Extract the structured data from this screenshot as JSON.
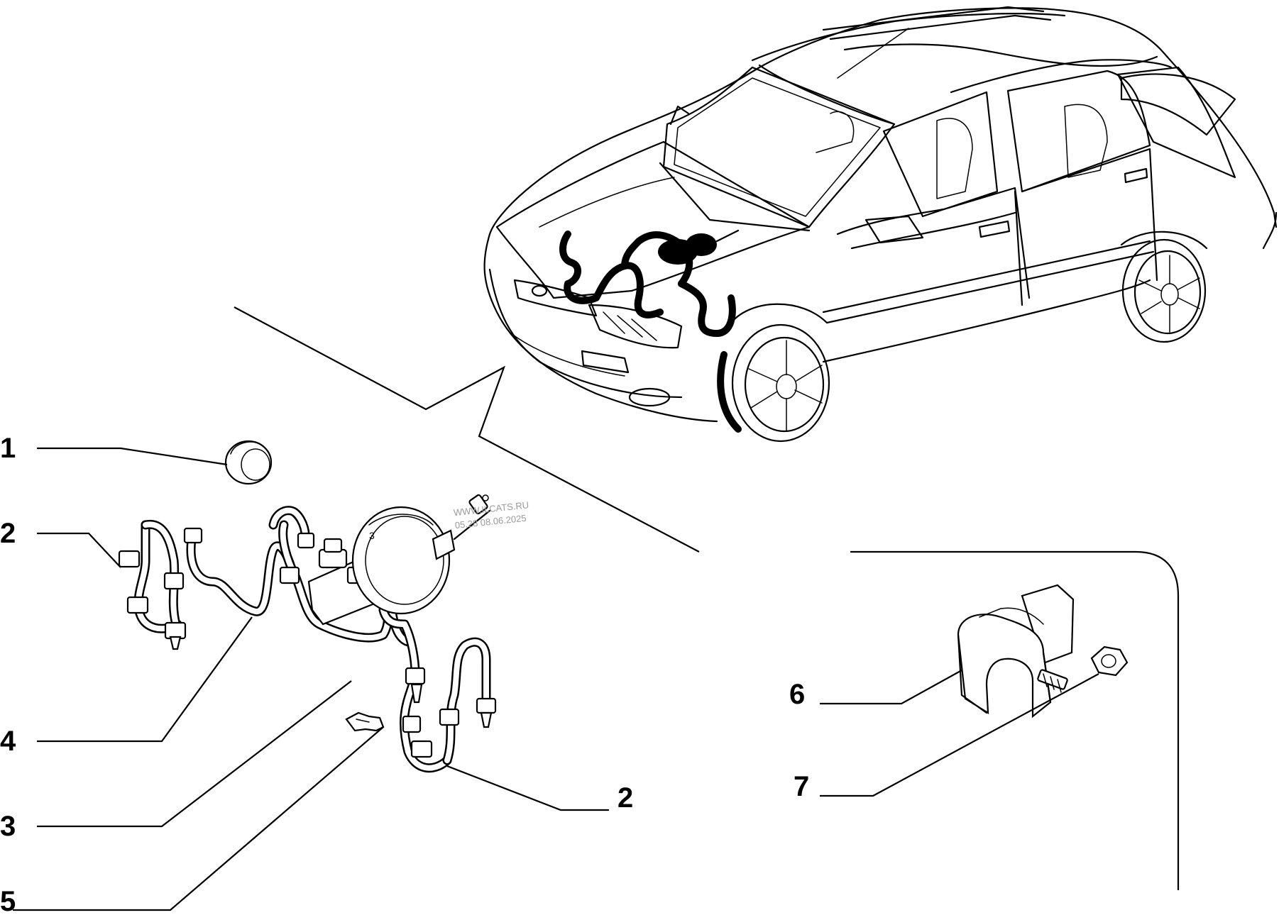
{
  "diagram": {
    "callouts": {
      "c1": "1",
      "c2a": "2",
      "c4": "4",
      "c3": "3",
      "c5": "5",
      "c2b": "2",
      "c6": "6",
      "c7": "7"
    },
    "watermark": {
      "site": "WWW.ILCATS.RU",
      "stamp": "05.28 08.06.2025"
    },
    "booster_marking": "3"
  }
}
